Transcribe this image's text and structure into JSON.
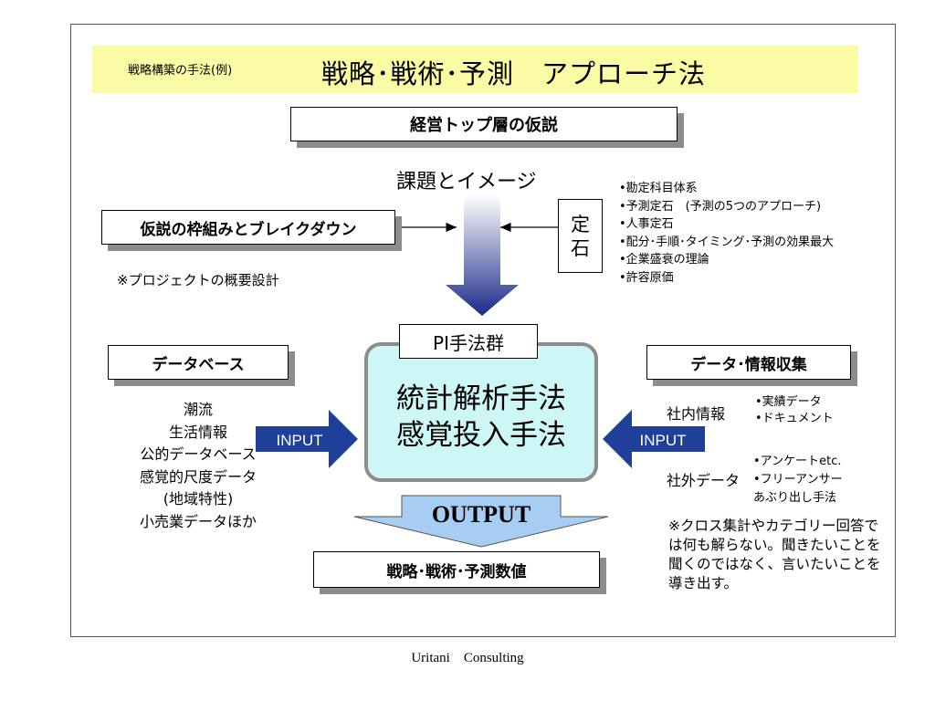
{
  "title": {
    "small": "戦略構築の手法(例)",
    "main": "戦略･戦術･予測　アプローチ法"
  },
  "hypothesis_box": "経営トップ層の仮説",
  "issue_image": "課題とイメージ",
  "framework_box": "仮説の枠組みとブレイクダウン",
  "project_note": "※プロジェクトの概要設計",
  "teiseki": {
    "line1": "定",
    "line2": "石"
  },
  "teiseki_items": [
    "•勘定科目体系",
    "•予測定石　(予測の5つのアプローチ)",
    "•人事定石",
    "•配分･手順･タイミング･予測の効果最大",
    "•企業盛衰の理論",
    "•許容原価"
  ],
  "pi_label": "PI手法群",
  "center": {
    "line1": "統計解析手法",
    "line2": "感覚投入手法"
  },
  "database_box": "データベース",
  "database_items": [
    "潮流",
    "生活情報",
    "公的データベース",
    "感覚的尺度データ",
    "(地域特性)",
    "小売業データほか"
  ],
  "input_left": "INPUT",
  "input_right": "INPUT",
  "collection_box": "データ･情報収集",
  "inside": {
    "label": "社内情報",
    "items": [
      "•実績データ",
      "•ドキュメント"
    ]
  },
  "outside": {
    "label": "社外データ",
    "items": [
      "•アンケートetc.",
      "•フリーアンサー",
      "あぶり出し手法"
    ]
  },
  "cross_note": "※クロス集計やカテゴリー回答では何も解らない。聞きたいことを聞くのではなく、言いたいことを導き出す。",
  "output_arrow": "OUTPUT",
  "output_box": "戦略･戦術･予測数値",
  "footer": "Uritani　Consulting",
  "colors": {
    "title_band": "#fbfba6",
    "center_fill": "#cdf7f7",
    "input_arrow": "#1f3f99",
    "output_arrow": "#a6cdf2",
    "shadow": "#8c8c8c"
  }
}
